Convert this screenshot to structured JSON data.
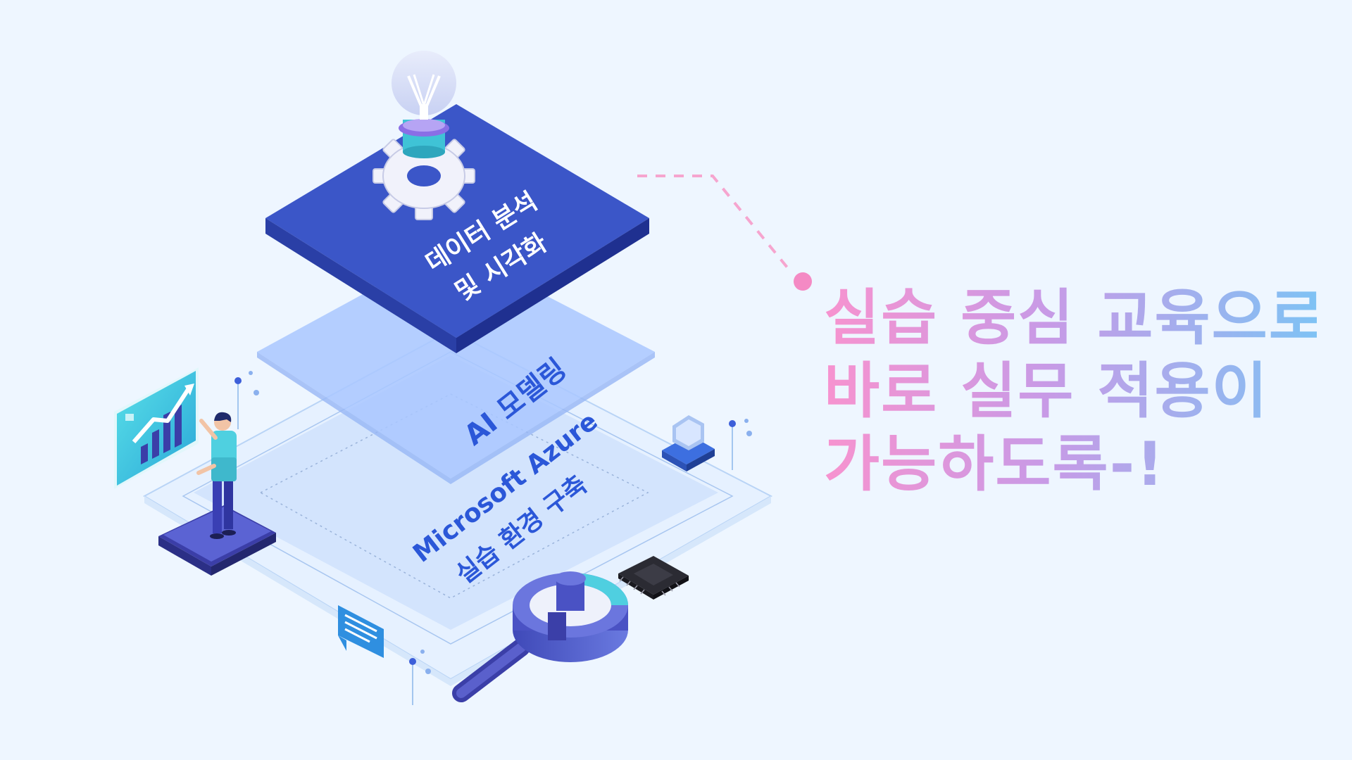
{
  "layers": {
    "top": "데이터 분석\n및 시각화",
    "top_line1": "데이터 분석",
    "top_line2": "및 시각화",
    "middle": "AI 모델링",
    "bottom_line1": "Microsoft Azure",
    "bottom_line2": "실습 환경 구축"
  },
  "headline": {
    "line1": "실습 중심 교육으로",
    "line2": "바로 실무 적용이",
    "line3": "가능하도록-!"
  },
  "colors": {
    "background": "#eef6ff",
    "top_layer": "#3b56c8",
    "accent_pink": "#f793cf",
    "accent_blue": "#7fc2f4",
    "label_blue": "#2b57d8"
  }
}
